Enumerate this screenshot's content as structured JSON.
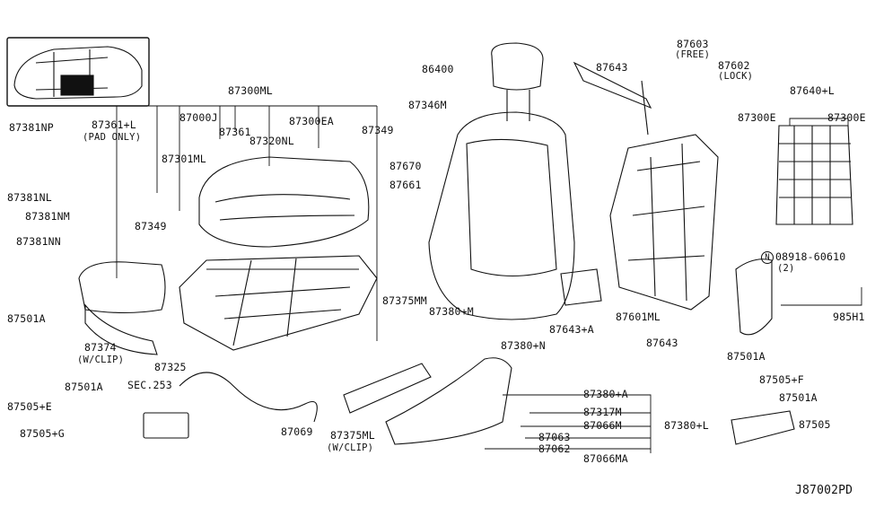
{
  "diagram_code": "J87002PD",
  "labels": {
    "87300ML": "87300ML",
    "87361L": "87361+L",
    "pad_only": "(PAD ONLY)",
    "87000J": "87000J",
    "87361": "87361",
    "87320NL": "87320NL",
    "87300EA": "87300EA",
    "87349a": "87349",
    "87301ML": "87301ML",
    "87349b": "87349",
    "87381NP": "87381NP",
    "87381NL": "87381NL",
    "87381NM": "87381NM",
    "87381NN": "87381NN",
    "87501Aa": "87501A",
    "87374": "87374",
    "w_clip_a": "(W/CLIP)",
    "87505E": "87505+E",
    "87325": "87325",
    "87501Ab": "87501A",
    "87505G": "87505+G",
    "sec253": "SEC.253",
    "87069": "87069",
    "87375ML": "87375ML",
    "w_clip_b": "(W/CLIP)",
    "87375MM": "87375MM",
    "87380M": "87380+M",
    "87380N": "87380+N",
    "86400": "86400",
    "87346M": "87346M",
    "87670": "87670",
    "87661": "87661",
    "87643top": "87643",
    "87603": "87603",
    "free": "(FREE)",
    "87602": "87602",
    "lock": "(LOCK)",
    "87640L": "87640+L",
    "87300Ea": "87300E",
    "87300Eb": "87300E",
    "n_mark": "N",
    "bolt_code": "08918-60610",
    "bolt_qty": "(2)",
    "985H1": "985H1",
    "87643A": "87643+A",
    "87601ML": "87601ML",
    "87643b": "87643",
    "87501Ac": "87501A",
    "87505F": "87505+F",
    "87501Ad": "87501A",
    "87505": "87505",
    "87380A": "87380+A",
    "87317M": "87317M",
    "87066M": "87066M",
    "87380L": "87380+L",
    "87063": "87063",
    "87062": "87062",
    "87066MA": "87066MA"
  }
}
